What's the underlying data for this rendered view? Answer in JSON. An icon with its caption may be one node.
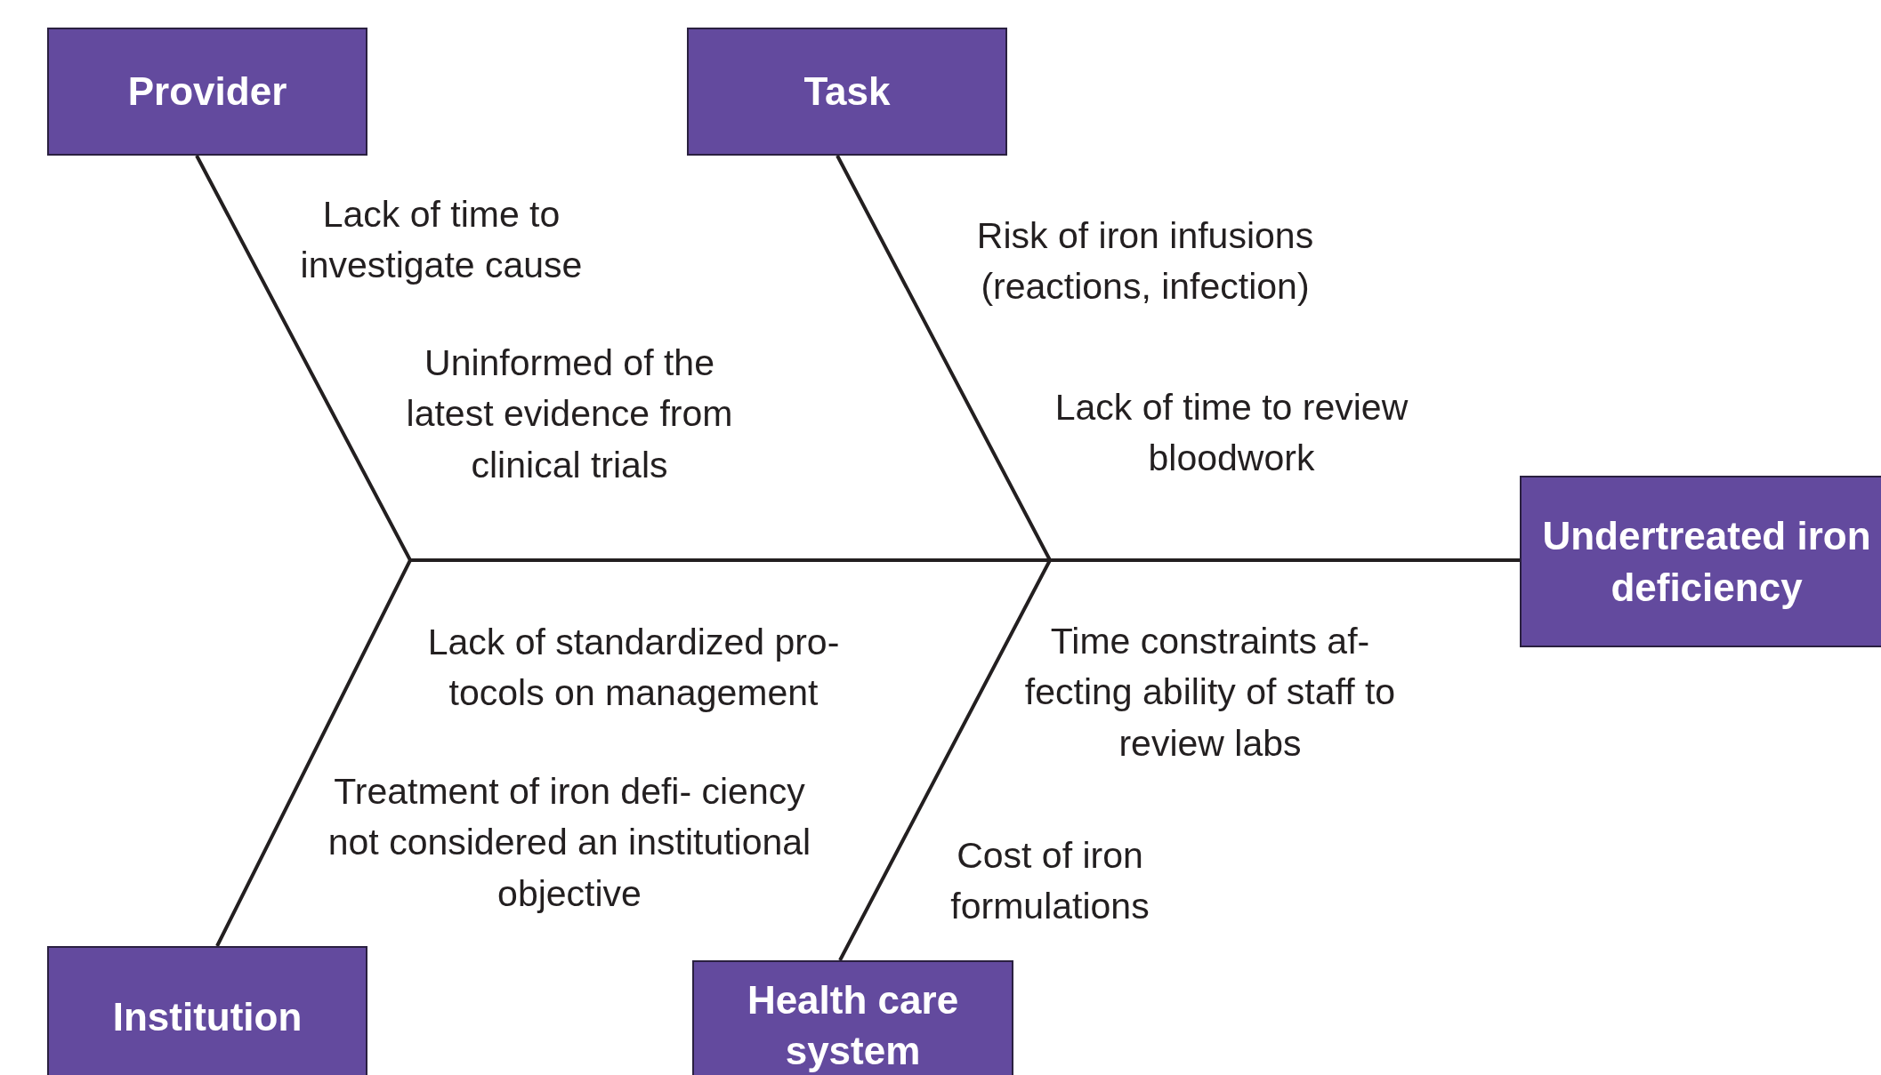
{
  "diagram": {
    "nodes": [
      {
        "text": [
          "Provider"
        ]
      },
      {
        "text": [
          "Task"
        ]
      },
      {
        "text": [
          "Undertreated iron deficiency"
        ]
      },
      {
        "text": [
          "Institution"
        ]
      },
      {
        "text": [
          "Health care system"
        ]
      }
    ],
    "edges": [
      {
        "from": 0,
        "to": 2,
        "arrow": "none"
      },
      {
        "from": 1,
        "to": 2,
        "arrow": "none"
      },
      {
        "from": 3,
        "to": 2,
        "arrow": "none"
      },
      {
        "from": 4,
        "to": 2,
        "arrow": "none"
      }
    ],
    "labels": [
      "Lack of time to investigate cause",
      "Risk of iron infusions (reactions, infection)",
      "Uninformed of the latest evidence from clinical trials",
      "Lack of time to review bloodwork",
      "Lack of standardized pro- tocols on management",
      "Time constraints af- fecting ability of staff to review labs",
      "Treatment of iron defi- ciency not considered an institutional objective",
      "Cost of iron formulations"
    ]
  }
}
